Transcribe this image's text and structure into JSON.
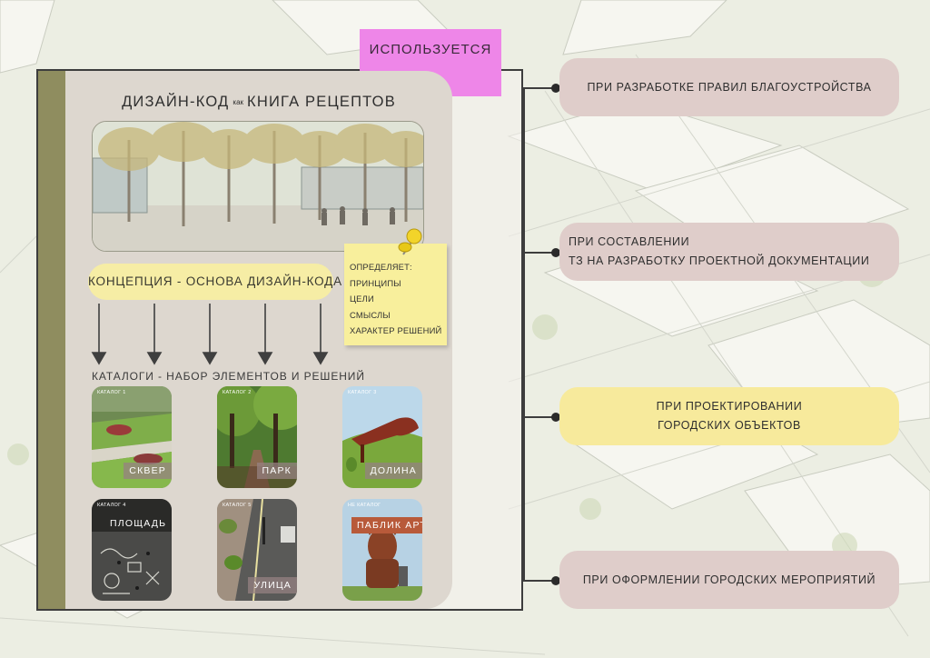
{
  "tag": "ИСПОЛЬЗУЕТСЯ",
  "title": {
    "part1": "ДИЗАЙН-КОД",
    "small": "как",
    "part2": "КНИГА РЕЦЕПТОВ"
  },
  "concept": "КОНЦЕПЦИЯ - ОСНОВА ДИЗАЙН-КОДА",
  "note": [
    "ОПРЕДЕЛЯЕТ:",
    "ПРИНЦИПЫ",
    "ЦЕЛИ",
    "СМЫСЛЫ",
    "ХАРАКТЕР РЕШЕНИЙ"
  ],
  "catalogs_label": "КАТАЛОГИ - НАБОР ЭЛЕМЕНТОВ И РЕШЕНИЙ",
  "cards": [
    {
      "num": "КАТАЛОГ 1",
      "name": "СКВЕР"
    },
    {
      "num": "КАТАЛОГ 2",
      "name": "ПАРК"
    },
    {
      "num": "КАТАЛОГ 3",
      "name": "ДОЛИНА"
    },
    {
      "num": "КАТАЛОГ 4",
      "name": "ПЛОЩАДЬ"
    },
    {
      "num": "КАТАЛОГ 5",
      "name": "УЛИЦА"
    },
    {
      "num": "НЕ КАТАЛОГ",
      "name": "ПАБЛИК АРТ"
    }
  ],
  "uses": [
    {
      "lines": [
        "ПРИ  РАЗРАБОТКЕ ПРАВИЛ БЛАГОУСТРОЙСТВА"
      ]
    },
    {
      "lines": [
        "ПРИ СОСТАВЛЕНИИ",
        "ТЗ НА РАЗРАБОТКУ ПРОЕКТНОЙ ДОКУМЕНТАЦИИ"
      ]
    },
    {
      "lines": [
        "ПРИ ПРОЕКТИРОВАНИИ",
        "ГОРОДСКИХ ОБЪЕКТОВ"
      ]
    },
    {
      "lines": [
        "ПРИ ОФОРМЛЕНИИ ГОРОДСКИХ МЕРОПРИЯТИЙ"
      ]
    }
  ],
  "colors": {
    "tag": "#ee86e8",
    "pill": "#dfcdca",
    "pill_highlight": "#f7ea9c",
    "concept": "#f6eda5",
    "spine": "#8f8d5f"
  }
}
